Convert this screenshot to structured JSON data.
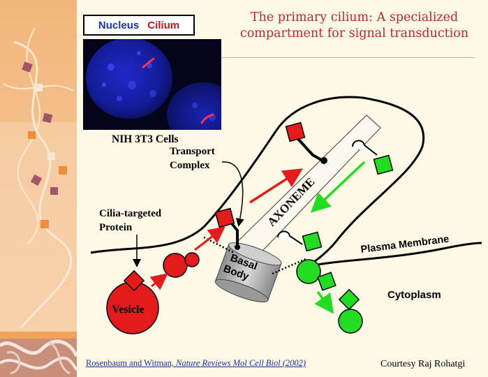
{
  "title": {
    "line1": "The primary cilium: A specialized",
    "line2": "compartment for signal transduction"
  },
  "legend": {
    "nucleus": "Nucleus",
    "cilium": "Cilium"
  },
  "micrograph_caption": "NIH 3T3 Cells",
  "labels": {
    "transport_complex_1": "Transport",
    "transport_complex_2": "Complex",
    "cilia_targeted_1": "Cilia-targeted",
    "cilia_targeted_2": "Protein",
    "axoneme": "AXONEME",
    "basal_1": "Basal",
    "basal_2": "Body",
    "plasma_membrane": "Plasma Membrane",
    "cytoplasm": "Cytoplasm",
    "vesicle": "Vesicle"
  },
  "citation": {
    "authors": "Rosenbaum and Witman, ",
    "journal": "Nature Reviews Mol Cell Biol (2002)"
  },
  "courtesy": "Courtesy Raj Rohatgi",
  "colors": {
    "title": "#c0272d",
    "nucleus": "#1d2fb5",
    "cilium": "#d2141c",
    "cargo_red": "#e31b1b",
    "cargo_green": "#22dd22",
    "sidebar_top": "#f2b477",
    "sidebar_bottom": "#f6c99d"
  }
}
